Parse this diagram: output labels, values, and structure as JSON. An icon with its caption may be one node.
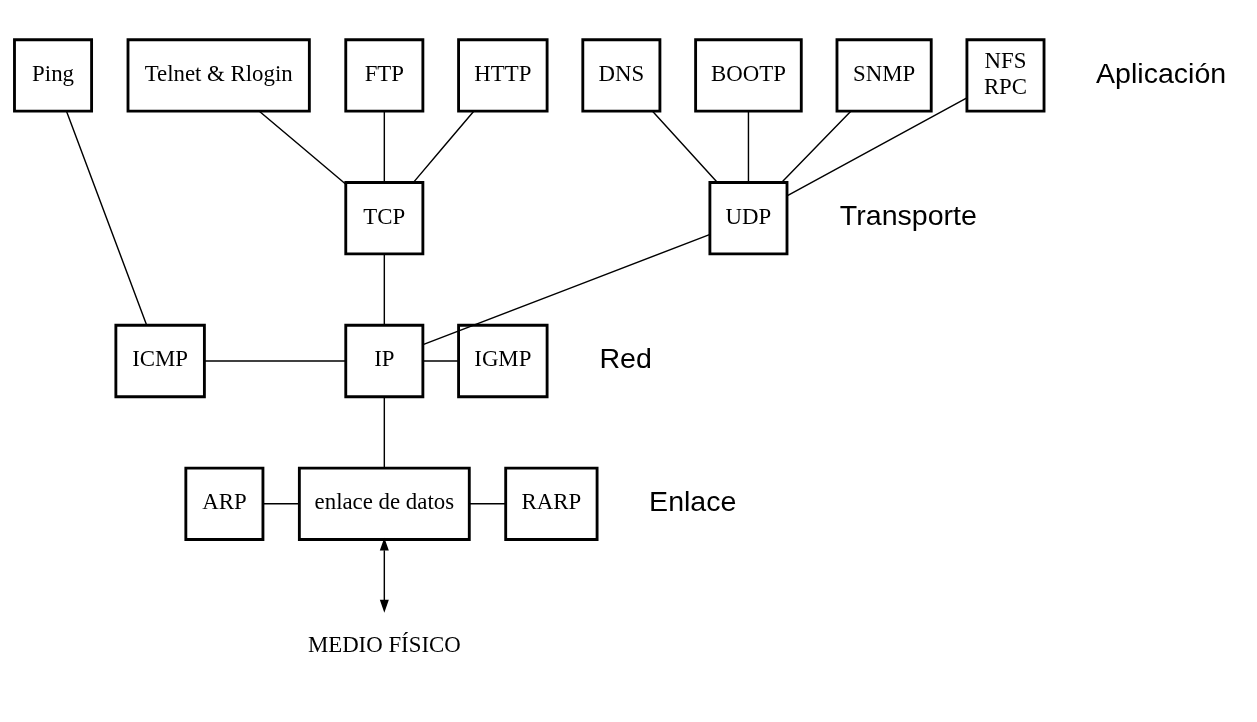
{
  "diagram": {
    "nodes": [
      {
        "text": [
          "Ping"
        ]
      },
      {
        "text": [
          "Telnet & Rlogin"
        ]
      },
      {
        "text": [
          "FTP"
        ]
      },
      {
        "text": [
          "HTTP"
        ]
      },
      {
        "text": [
          "DNS"
        ]
      },
      {
        "text": [
          "BOOTP"
        ]
      },
      {
        "text": [
          "SNMP"
        ]
      },
      {
        "text": [
          "NFS",
          "RPC"
        ]
      },
      {
        "text": [
          "TCP"
        ]
      },
      {
        "text": [
          "UDP"
        ]
      },
      {
        "text": [
          "ICMP"
        ]
      },
      {
        "text": [
          "IP"
        ]
      },
      {
        "text": [
          "IGMP"
        ]
      },
      {
        "text": [
          "ARP"
        ]
      },
      {
        "text": [
          "enlace de datos"
        ]
      },
      {
        "text": [
          "RARP"
        ]
      },
      {
        "text": [
          "MEDIO FÍSICO"
        ]
      }
    ],
    "edges": [
      {
        "from": 0,
        "to": 10,
        "arrow": "none"
      },
      {
        "from": 1,
        "to": 8,
        "arrow": "none"
      },
      {
        "from": 2,
        "to": 8,
        "arrow": "none"
      },
      {
        "from": 3,
        "to": 8,
        "arrow": "none"
      },
      {
        "from": 4,
        "to": 9,
        "arrow": "none"
      },
      {
        "from": 5,
        "to": 9,
        "arrow": "none"
      },
      {
        "from": 6,
        "to": 9,
        "arrow": "none"
      },
      {
        "from": 7,
        "to": 9,
        "arrow": "none"
      },
      {
        "from": 8,
        "to": 11,
        "arrow": "none"
      },
      {
        "from": 9,
        "to": 11,
        "arrow": "none"
      },
      {
        "from": 10,
        "to": 11,
        "arrow": "none"
      },
      {
        "from": 11,
        "to": 12,
        "arrow": "none"
      },
      {
        "from": 11,
        "to": 14,
        "arrow": "none"
      },
      {
        "from": 13,
        "to": 14,
        "arrow": "none"
      },
      {
        "from": 14,
        "to": 15,
        "arrow": "none"
      },
      {
        "from": 14,
        "to": 16,
        "arrow": "both"
      }
    ],
    "labels": [
      "Aplicación",
      "Transporte",
      "Red",
      "Enlace"
    ]
  }
}
